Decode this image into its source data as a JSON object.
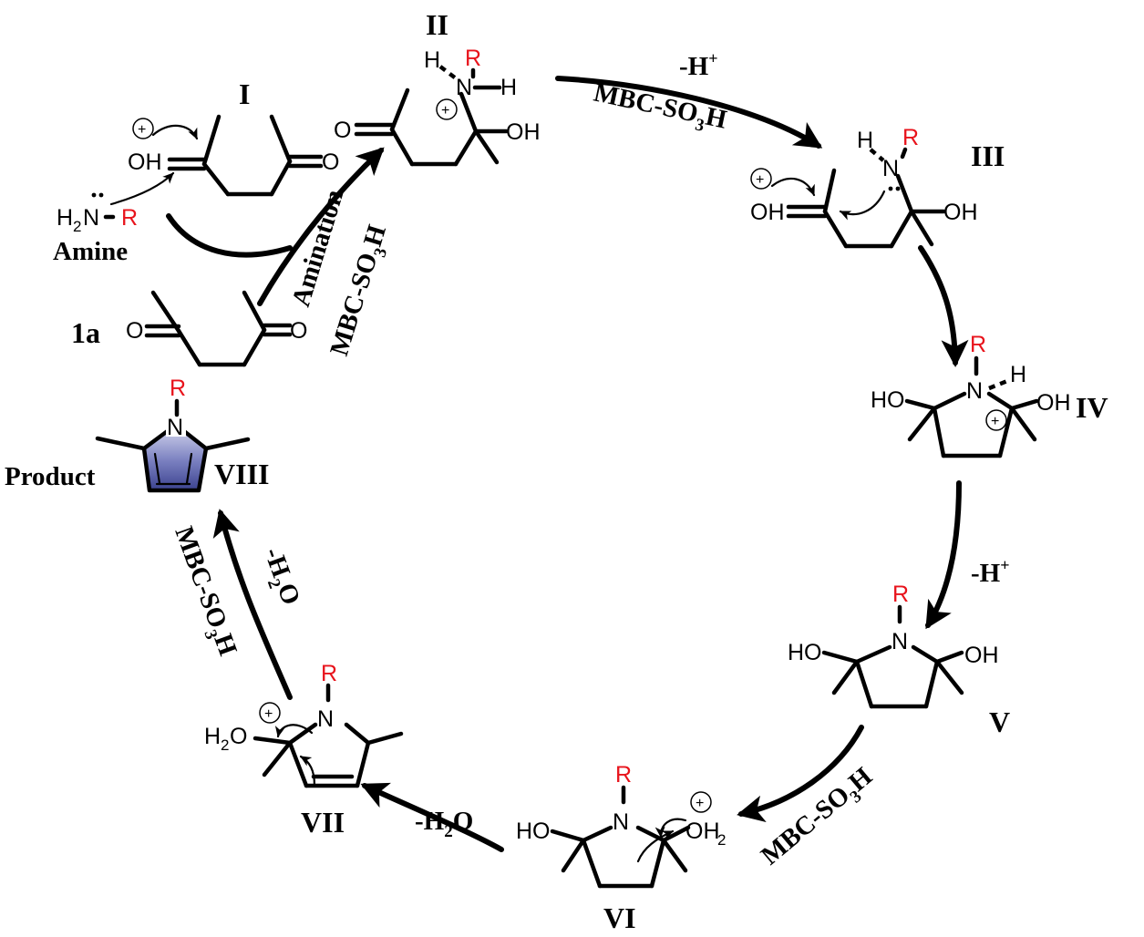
{
  "labels": {
    "I": "I",
    "II": "II",
    "III": "III",
    "IV": "IV",
    "V": "V",
    "VI": "VI",
    "VII": "VII",
    "VIII": "VIII",
    "1a": "1a"
  },
  "text": {
    "amine": "Amine",
    "product": "Product",
    "amination": "Amination",
    "catalyst": "MBC-SO3H",
    "minus_h_plus": "-H+",
    "minus_h2o": "-H2O",
    "r_group": "R"
  },
  "colors": {
    "r_group": "#e8141c",
    "pyrrole_fill": "#5a62ae"
  }
}
